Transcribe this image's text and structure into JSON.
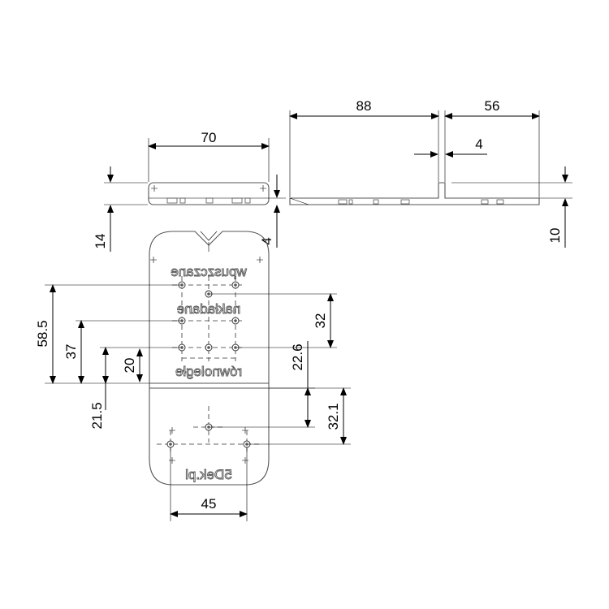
{
  "dimensions": {
    "top_width": "70",
    "top_thickness": "14",
    "gap": "4",
    "side_length": "88",
    "side_right": "56",
    "side_gap": "4",
    "side_thickness": "10",
    "v_58_5": "58.5",
    "v_37": "37",
    "v_21_5": "21.5",
    "v_20": "20",
    "v_32": "32",
    "v_22_6": "22.6",
    "v_32_1": "32.1",
    "bottom_width": "45"
  },
  "engraving": {
    "label_1": "wpuszczane",
    "label_2": "nakładane",
    "label_3": "równoległe",
    "brand": "5Dek.pl"
  }
}
